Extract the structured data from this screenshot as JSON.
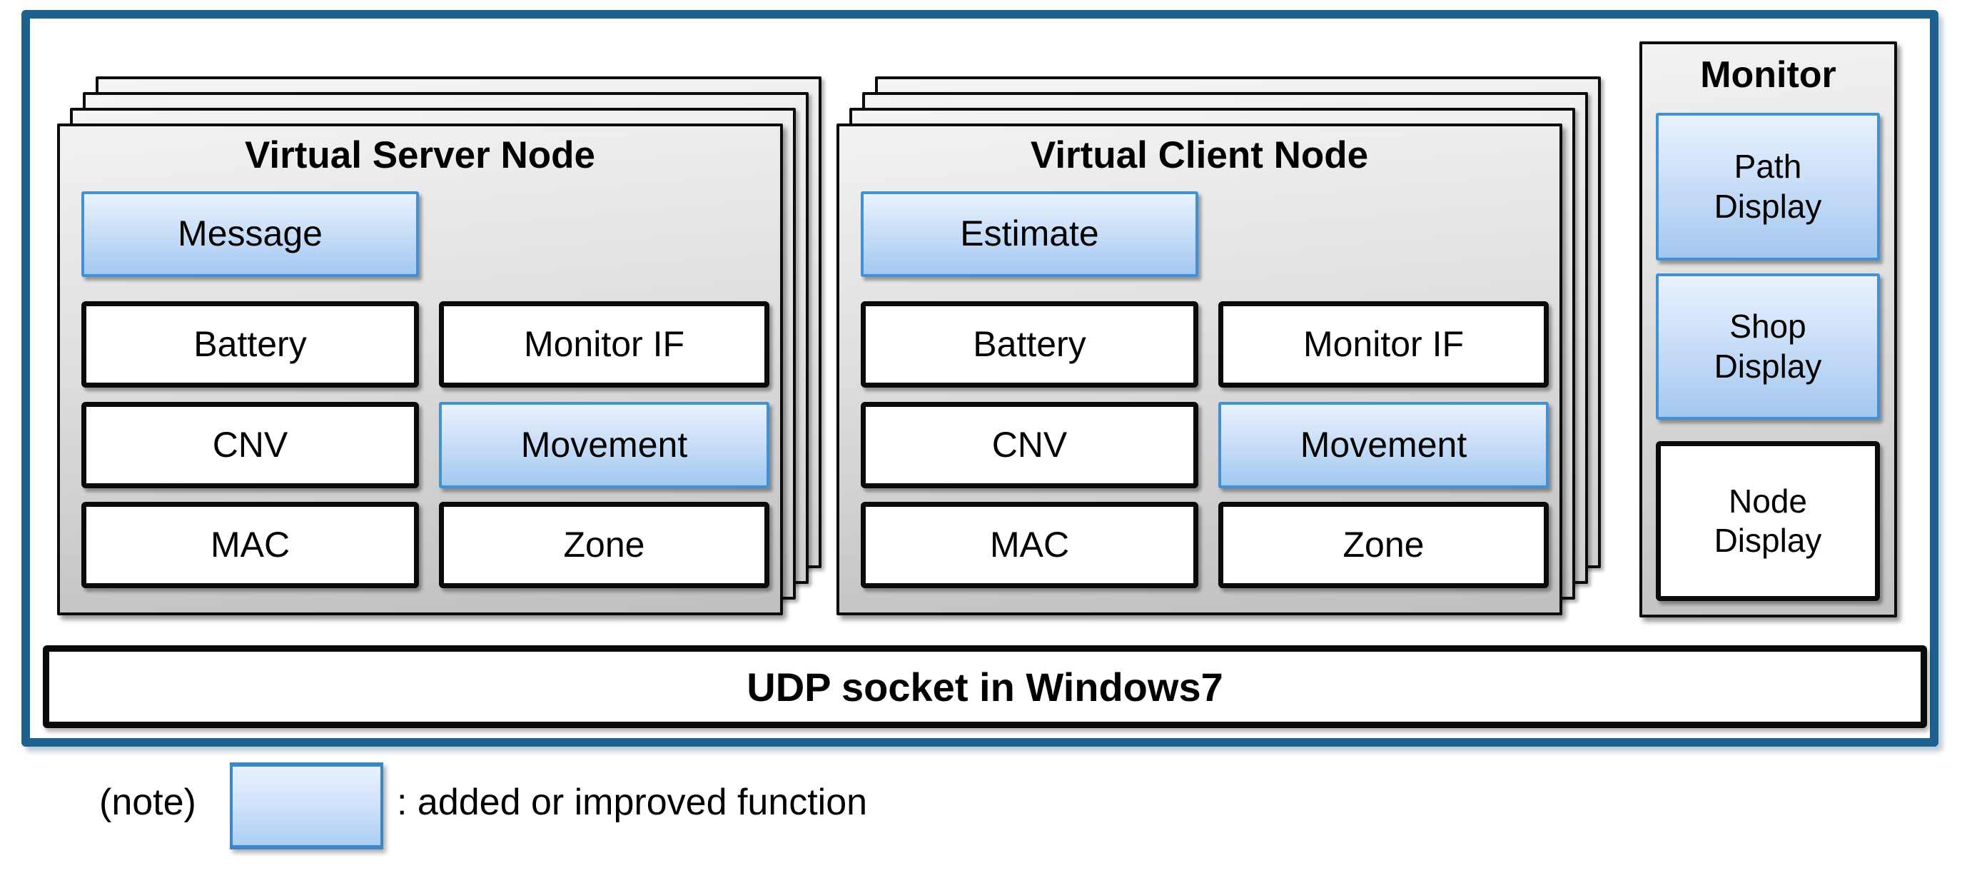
{
  "colors": {
    "frame_blue": "#1e618f",
    "highlight_border": "#4291d6",
    "highlight_fill_top": "#e9f2fd",
    "highlight_fill_bottom": "#a3c8f0",
    "panel_gray_top": "#f2f2f2",
    "panel_gray_bottom": "#bfbfbf"
  },
  "server_panel": {
    "title": "Virtual Server Node",
    "feature_box": {
      "label": "Message",
      "highlight": true
    },
    "cells": [
      {
        "label": "Battery",
        "highlight": false
      },
      {
        "label": "Monitor IF",
        "highlight": false
      },
      {
        "label": "CNV",
        "highlight": false
      },
      {
        "label": "Movement",
        "highlight": true
      },
      {
        "label": "MAC",
        "highlight": false
      },
      {
        "label": "Zone",
        "highlight": false
      }
    ]
  },
  "client_panel": {
    "title": "Virtual Client Node",
    "feature_box": {
      "label": "Estimate",
      "highlight": true
    },
    "cells": [
      {
        "label": "Battery",
        "highlight": false
      },
      {
        "label": "Monitor IF",
        "highlight": false
      },
      {
        "label": "CNV",
        "highlight": false
      },
      {
        "label": "Movement",
        "highlight": true
      },
      {
        "label": "MAC",
        "highlight": false
      },
      {
        "label": "Zone",
        "highlight": false
      }
    ]
  },
  "monitor_panel": {
    "title": "Monitor",
    "boxes": [
      {
        "line1": "Path",
        "line2": "Display",
        "highlight": true
      },
      {
        "line1": "Shop",
        "line2": "Display",
        "highlight": true
      },
      {
        "line1": "Node",
        "line2": "Display",
        "highlight": false
      }
    ]
  },
  "bus": {
    "label": "UDP socket in Windows7"
  },
  "note": {
    "prefix": "(note)",
    "legend_text": ": added or improved function"
  }
}
